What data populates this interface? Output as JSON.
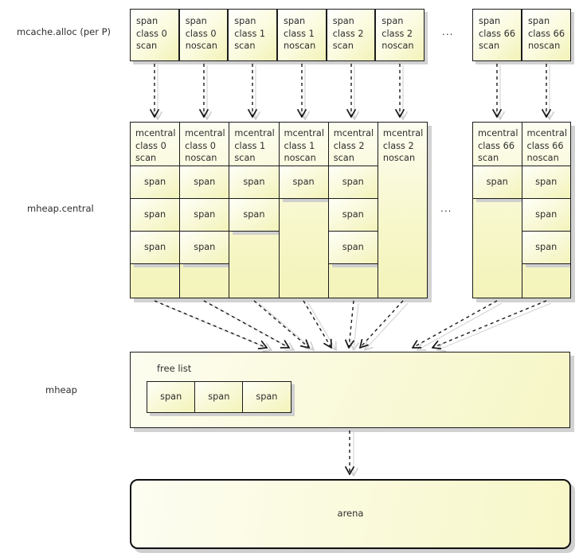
{
  "labels": {
    "mcache_alloc": "mcache.alloc (per P)",
    "mheap_central": "mheap.central",
    "mheap": "mheap",
    "arena": "arena",
    "span": "span",
    "ellipsis": "..."
  },
  "mcache_boxes": [
    {
      "l1": "span",
      "l2": "class 0",
      "l3": "scan"
    },
    {
      "l1": "span",
      "l2": "class 0",
      "l3": "noscan"
    },
    {
      "l1": "span",
      "l2": "class 1",
      "l3": "scan"
    },
    {
      "l1": "span",
      "l2": "class 1",
      "l3": "noscan"
    },
    {
      "l1": "span",
      "l2": "class 2",
      "l3": "scan"
    },
    {
      "l1": "span",
      "l2": "class 2",
      "l3": "noscan"
    },
    {
      "l1": "span",
      "l2": "class 66",
      "l3": "scan"
    },
    {
      "l1": "span",
      "l2": "class 66",
      "l3": "noscan"
    }
  ],
  "mcentral_columns": [
    {
      "l1": "mcentral",
      "l2": "class 0",
      "l3": "scan",
      "span_count": 3
    },
    {
      "l1": "mcentral",
      "l2": "class 0",
      "l3": "noscan",
      "span_count": 3
    },
    {
      "l1": "mcentral",
      "l2": "class 1",
      "l3": "scan",
      "span_count": 2
    },
    {
      "l1": "mcentral",
      "l2": "class 1",
      "l3": "noscan",
      "span_count": 1
    },
    {
      "l1": "mcentral",
      "l2": "class 2",
      "l3": "scan",
      "span_count": 3
    },
    {
      "l1": "mcentral",
      "l2": "class 2",
      "l3": "noscan",
      "span_count": 0
    },
    {
      "l1": "mcentral",
      "l2": "class 66",
      "l3": "scan",
      "span_count": 1
    },
    {
      "l1": "mcentral",
      "l2": "class 66",
      "l3": "noscan",
      "span_count": 3
    }
  ],
  "free_list": {
    "label": "free list",
    "spans": [
      "span",
      "span",
      "span"
    ]
  },
  "colors": {
    "box_fill_light": "#ffffff",
    "box_fill_dark": "#f3f3ba",
    "border": "#1c1c1c",
    "shadow": "#d2d2d2",
    "arrow": "#1a1a1a",
    "arrow_shadow": "#cccccc",
    "text": "#2e2e2e"
  }
}
